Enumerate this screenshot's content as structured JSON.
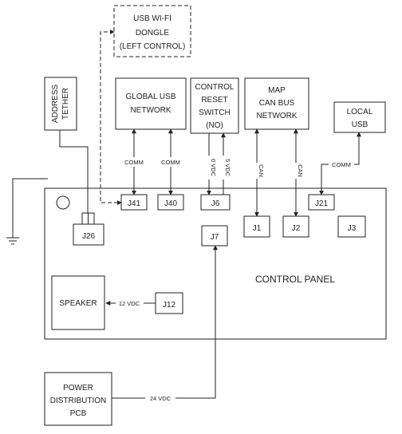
{
  "diagram": {
    "usb_wifi_dongle": [
      "USB WI-FI",
      "DONGLE",
      "(LEFT CONTROL)"
    ],
    "address_tether": [
      "ADDRESS",
      "TETHER"
    ],
    "global_usb_network": [
      "GLOBAL USB",
      "NETWORK"
    ],
    "control_reset_switch": [
      "CONTROL",
      "RESET",
      "SWITCH",
      "(NO)"
    ],
    "map_can_bus_network": [
      "MAP",
      "CAN BUS",
      "NETWORK"
    ],
    "local_usb": [
      "LOCAL",
      "USB"
    ],
    "control_panel": "CONTROL PANEL",
    "speaker": "SPEAKER",
    "power_distribution_pcb": [
      "POWER",
      "DISTRIBUTION",
      "PCB"
    ],
    "connectors": {
      "j41": "J41",
      "j40": "J40",
      "j6": "J6",
      "j21": "J21",
      "j26": "J26",
      "j7": "J7",
      "j1": "J1",
      "j2": "J2",
      "j3": "J3",
      "j12": "J12"
    },
    "signals": {
      "comm_global_left": "COMM",
      "comm_global_right": "COMM",
      "zero_vdc": "0 VDC",
      "five_vdc": "5 VDC",
      "can_1": "CAN",
      "can_2": "CAN",
      "comm_local": "COMM",
      "twelve_vdc": "12 VDC",
      "twenty_four_vdc": "24 VDC"
    }
  }
}
